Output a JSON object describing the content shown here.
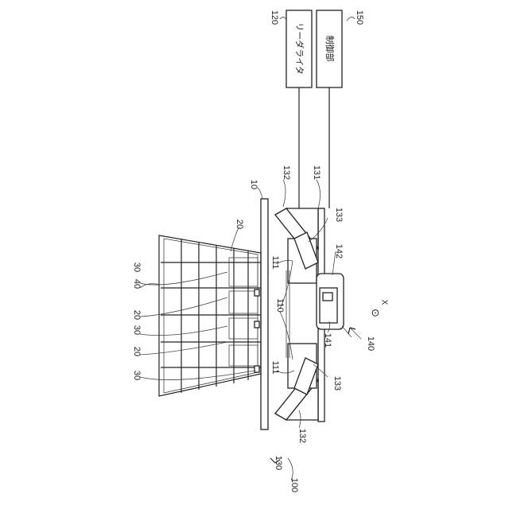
{
  "boxes": {
    "reader_writer": "リーダライタ",
    "controller": "制御部"
  },
  "labels": {
    "system": "100",
    "reader_writer": "120",
    "controller": "150",
    "conveyor": "10",
    "product_20_a": "20",
    "product_20_b": "20",
    "product_20_c": "20",
    "tag_30_a": "30",
    "tag_30_b": "30",
    "tag_30_c": "30",
    "cart": "40",
    "antenna_unit": "110",
    "antenna_111_a": "111",
    "antenna_111_b": "111",
    "cable_131": "131",
    "antenna_132_a": "132",
    "antenna_132_b": "132",
    "hinge_133_a": "133",
    "hinge_133_b": "133",
    "support": "130",
    "mover": "140",
    "part_141": "141",
    "part_142": "142",
    "axis_x": "X",
    "axis_symbol": "⊙"
  }
}
